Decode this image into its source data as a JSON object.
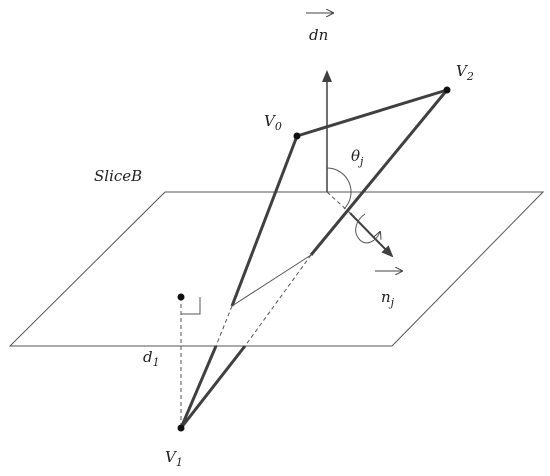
{
  "labels": {
    "dn": "dn",
    "v0_base": "V",
    "v0_sub": "0",
    "v1_base": "V",
    "v1_sub": "1",
    "v2_base": "V",
    "v2_sub": "2",
    "slice": "SliceB",
    "theta_base": "θ",
    "theta_sub": "j",
    "n_base": "n",
    "n_sub": "j",
    "d_base": "d",
    "d_sub": "1"
  },
  "colors": {
    "thin_line": "#555555",
    "thick_line": "#404040",
    "text": "#222222"
  }
}
